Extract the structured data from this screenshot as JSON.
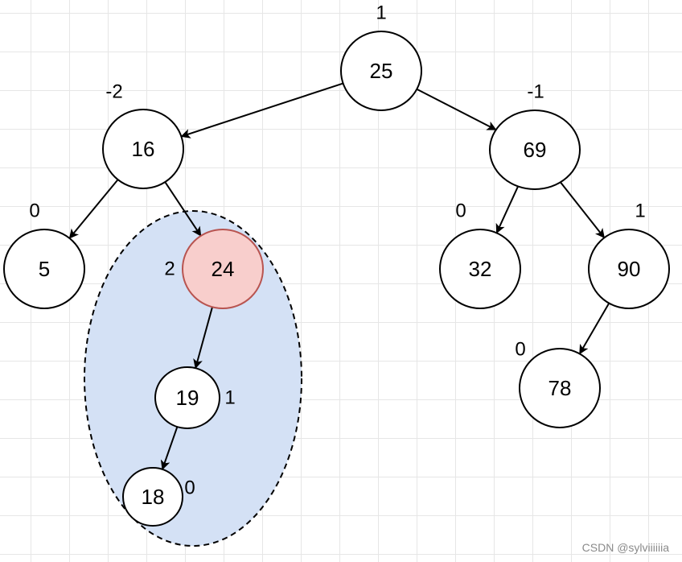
{
  "colors": {
    "node_fill": "#ffffff",
    "node_stroke": "#000000",
    "highlight_fill": "#f8cecc",
    "highlight_stroke": "#b85450",
    "region_fill": "#d4e1f5",
    "region_stroke": "#000000"
  },
  "nodes": [
    {
      "key": "n25",
      "label": "25",
      "balance_factor": "1"
    },
    {
      "key": "n16",
      "label": "16",
      "balance_factor": "-2"
    },
    {
      "key": "n69",
      "label": "69",
      "balance_factor": "-1"
    },
    {
      "key": "n5",
      "label": "5",
      "balance_factor": "0"
    },
    {
      "key": "n24",
      "label": "24",
      "balance_factor": "2",
      "highlight": true
    },
    {
      "key": "n32",
      "label": "32",
      "balance_factor": "0"
    },
    {
      "key": "n90",
      "label": "90",
      "balance_factor": "1"
    },
    {
      "key": "n19",
      "label": "19",
      "balance_factor": "1"
    },
    {
      "key": "n78",
      "label": "78",
      "balance_factor": "0"
    },
    {
      "key": "n18",
      "label": "18",
      "balance_factor": "0"
    }
  ],
  "edges": [
    {
      "from": "n25",
      "to": "n16"
    },
    {
      "from": "n25",
      "to": "n69"
    },
    {
      "from": "n16",
      "to": "n5"
    },
    {
      "from": "n16",
      "to": "n24"
    },
    {
      "from": "n69",
      "to": "n32"
    },
    {
      "from": "n69",
      "to": "n90"
    },
    {
      "from": "n24",
      "to": "n19"
    },
    {
      "from": "n90",
      "to": "n78"
    },
    {
      "from": "n19",
      "to": "n18"
    }
  ],
  "watermark": "CSDN @sylviiiiiia"
}
